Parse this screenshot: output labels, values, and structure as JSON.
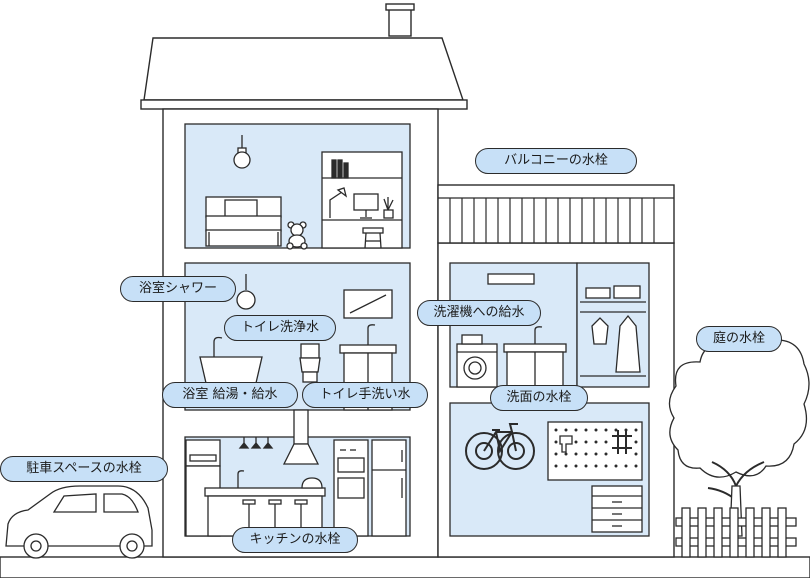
{
  "labels": {
    "balcony": "バルコニーの水栓",
    "bath_shower": "浴室シャワー",
    "toilet_flush": "トイレ洗浄水",
    "washer": "洗濯機への給水",
    "garden": "庭の水栓",
    "bath_supply": "浴室 給湯・給水",
    "toilet_hand": "トイレ手洗い水",
    "washbasin": "洗面の水栓",
    "parking": "駐車スペースの水栓",
    "kitchen": "キッチンの水栓"
  },
  "colors": {
    "room_fill": "#d9e9f8",
    "label_fill": "#c7e0f7",
    "line": "#2b2b2b",
    "wall": "#ffffff"
  },
  "icons": [
    "pendant-lamp-icon",
    "bed-icon",
    "teddy-bear-icon",
    "bookshelf-icon",
    "desk-lamp-icon",
    "monitor-icon",
    "bathtub-icon",
    "faucet-icon",
    "toilet-icon",
    "mirror-icon",
    "range-hood-icon",
    "stove-icon",
    "refrigerator-icon",
    "washing-machine-icon",
    "hanger-icon",
    "bicycle-icon",
    "pegboard-icon",
    "tree-icon",
    "fence-icon",
    "car-icon"
  ]
}
